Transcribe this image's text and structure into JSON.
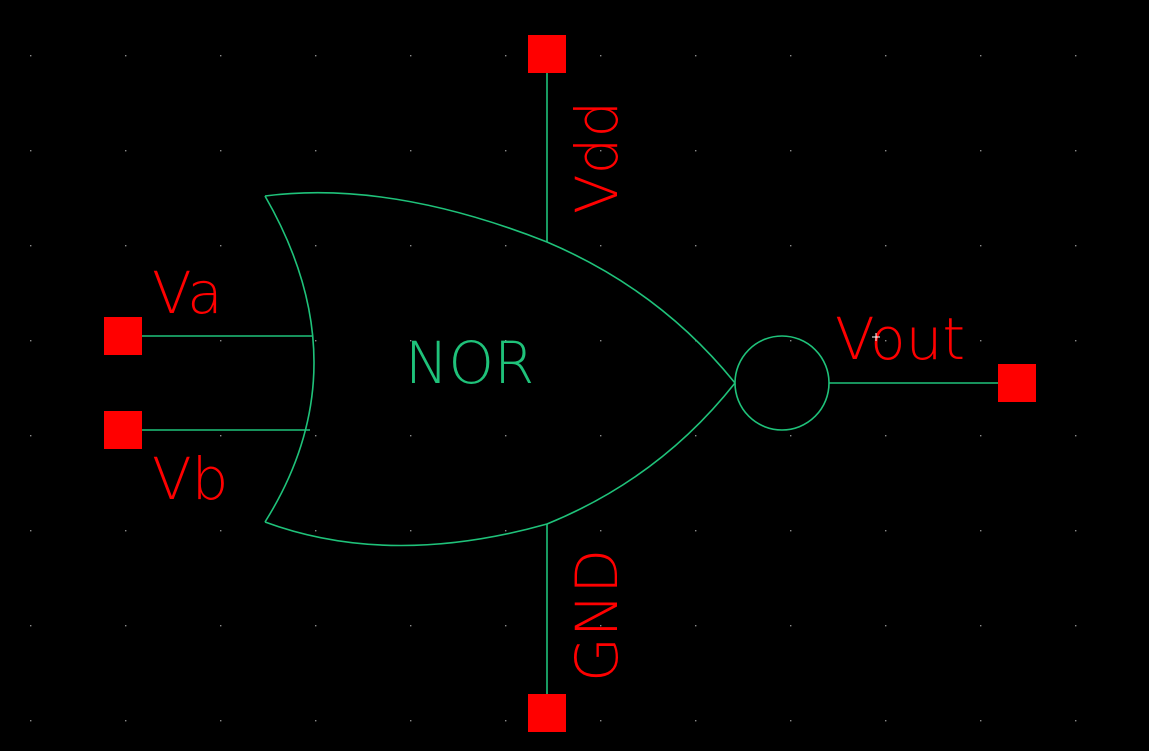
{
  "colors": {
    "background": "#000000",
    "wire": "#1fc27a",
    "pin": "#ff0000",
    "grid_dot": "#8a8a8a"
  },
  "symbol": {
    "name": "NOR",
    "pins": {
      "vdd": "Vdd",
      "gnd": "GND",
      "va": "Va",
      "vb": "Vb",
      "vout": "Vout"
    }
  }
}
